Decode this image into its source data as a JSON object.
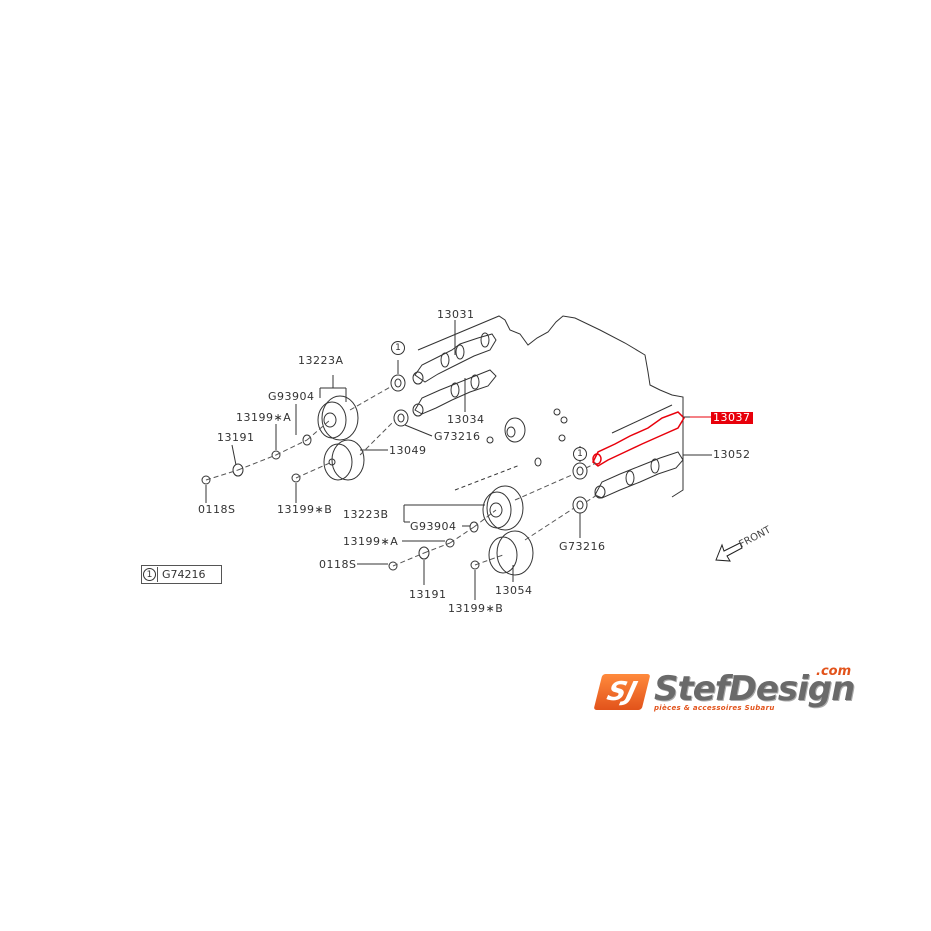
{
  "diagram": {
    "highlighted_part": "13037",
    "highlight_color": "#e8000b",
    "parts": {
      "p13031": "13031",
      "p13223A": "13223A",
      "pG93904_top": "G93904",
      "p13199A_top": "13199∗A",
      "p13191_top": "13191",
      "p0118S_top": "0118S",
      "p13199B_top": "13199∗B",
      "p13034": "13034",
      "pG73216_top": "G73216",
      "p13049": "13049",
      "p13037": "13037",
      "p13052": "13052",
      "p13223B": "13223B",
      "pG93904_bot": "G93904",
      "p13199A_bot": "13199∗A",
      "p0118S_bot": "0118S",
      "p13191_bot": "13191",
      "p13054": "13054",
      "p13199B_bot": "13199∗B",
      "pG73216_bot": "G73216"
    },
    "ref_marker": "1",
    "legend": {
      "marker": "1",
      "code": "G74216"
    },
    "direction_label": "FRONT"
  },
  "logo": {
    "badge": "SJ",
    "name": "StefDesign",
    "domain": ".com",
    "tagline": "pièces & accessoires Subaru"
  }
}
